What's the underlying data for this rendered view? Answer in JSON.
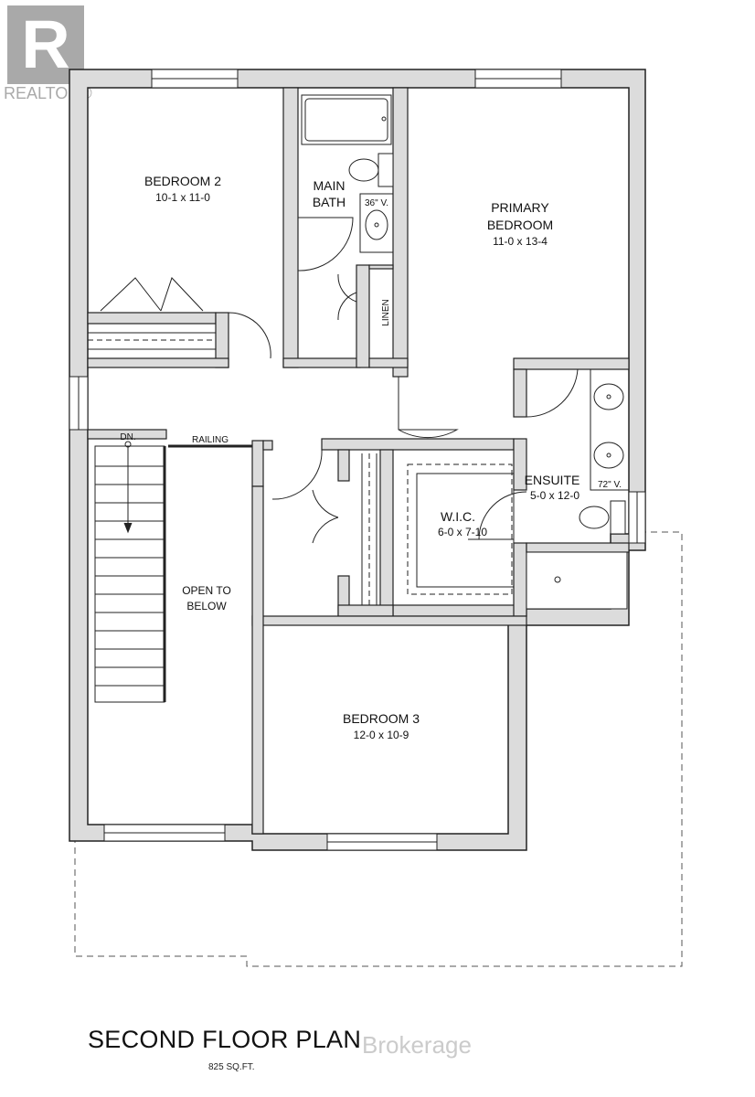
{
  "logo": {
    "mark": "R",
    "text": "REALTOR®",
    "icon": "realtor-logo-icon"
  },
  "plan_title": "SECOND FLOOR PLAN",
  "plan_area": "825 SQ.FT.",
  "watermark": "Brokerage",
  "rooms": {
    "bedroom2": {
      "name": "BEDROOM 2",
      "dims": "10-1 x 11-0"
    },
    "main_bath": {
      "name_line1": "MAIN",
      "name_line2": "BATH",
      "vanity": "36\" V."
    },
    "primary": {
      "name_line1": "PRIMARY",
      "name_line2": "BEDROOM",
      "dims": "11-0 x 13-4"
    },
    "linen": {
      "name": "LINEN"
    },
    "ensuite": {
      "name": "ENSUITE",
      "dims": "5-0 x 12-0",
      "vanity": "72\" V."
    },
    "wic": {
      "name": "W.I.C.",
      "dims": "6-0 x 7-10"
    },
    "open": {
      "line1": "OPEN TO",
      "line2": "BELOW"
    },
    "bedroom3": {
      "name": "BEDROOM 3",
      "dims": "12-0 x 10-9"
    }
  },
  "stairs": {
    "direction": "DN.",
    "railing": "RAILING"
  },
  "colors": {
    "wall_fill": "#dcdcdc",
    "wall_stroke": "#222222",
    "logo": "#a9a9a9"
  }
}
